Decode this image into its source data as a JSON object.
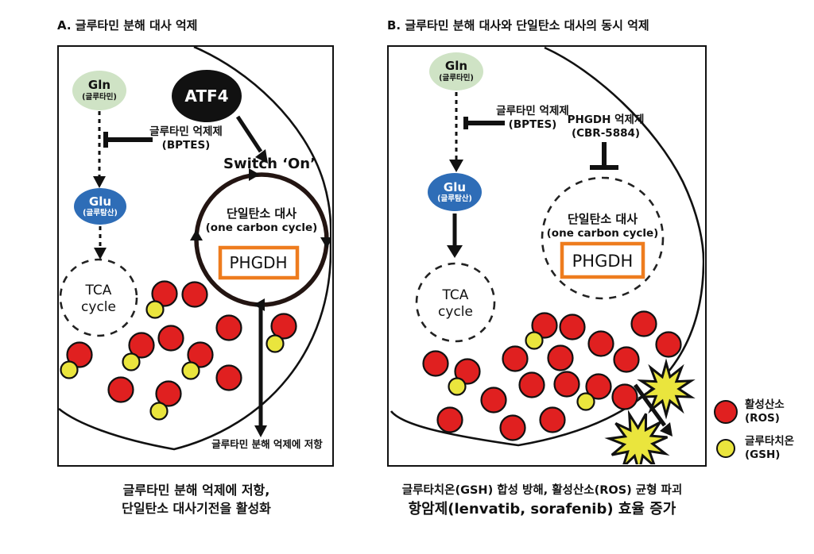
{
  "colors": {
    "ros_red": "#e02020",
    "gsh_yellow": "#eae53d",
    "phgdh_orange": "#ee7c1e",
    "gln_green": "#cfe3c5",
    "glu_blue": "#2e6db7",
    "atf4_black": "#111111"
  },
  "panel_a": {
    "title": "A. 글루타민 분해 대사 억제",
    "gln": "Gln",
    "gln_sub": "(글루타민)",
    "glu": "Glu",
    "glu_sub": "(글루탐산)",
    "atf4": "ATF4",
    "switch_on": "Switch ‘On’",
    "inhibitor1_line1": "글루타민 억제제",
    "inhibitor1_line2": "(BPTES)",
    "tca_line1": "TCA",
    "tca_line2": "cycle",
    "cycle_line1": "단일탄소 대사",
    "cycle_line2": "(one carbon cycle)",
    "phgdh": "PHGDH",
    "resist": "글루타민 분해 억제에 저항",
    "caption_line1": "글루타민 분해 억제에 저항,",
    "caption_line2": "단일탄소 대사기전을 활성화",
    "dots": {
      "red": {
        "r": 15.5,
        "fill": "#e02020",
        "points": [
          [
            133,
            311
          ],
          [
            171,
            312
          ],
          [
            26,
            388
          ],
          [
            104,
            376
          ],
          [
            141,
            367
          ],
          [
            178,
            388
          ],
          [
            214,
            354
          ],
          [
            214,
            417
          ],
          [
            78,
            432
          ],
          [
            138,
            437
          ],
          [
            283,
            352
          ]
        ]
      },
      "yellow": {
        "r": 10.5,
        "fill": "#eae53d",
        "points": [
          [
            121,
            331
          ],
          [
            13,
            407
          ],
          [
            91,
            397
          ],
          [
            166,
            408
          ],
          [
            126,
            459
          ],
          [
            272,
            374
          ]
        ]
      }
    }
  },
  "panel_b": {
    "title": "B. 글루타민 분해 대사와 단일탄소 대사의 동시 억제",
    "gln": "Gln",
    "gln_sub": "(글루타민)",
    "glu": "Glu",
    "glu_sub": "(글루탐산)",
    "inhibitor1_line1": "글루타민 억제제",
    "inhibitor1_line2": "(BPTES)",
    "inhibitor2_line1": "PHGDH 억제제",
    "inhibitor2_line2": "(CBR-5884)",
    "tca_line1": "TCA",
    "tca_line2": "cycle",
    "cycle_line1": "단일탄소 대사",
    "cycle_line2": "(one carbon cycle)",
    "phgdh": "PHGDH",
    "caption_line1": "글루타치온(GSH) 합성 방해, 활성산소(ROS) 균형 파괴",
    "caption_line2": "항암제(lenvatib, sorafenib) 효율 증가",
    "dots": {
      "red": {
        "r": 15.5,
        "fill": "#e02020",
        "points": [
          [
            196,
            351
          ],
          [
            231,
            353
          ],
          [
            321,
            349
          ],
          [
            352,
            375
          ],
          [
            267,
            374
          ],
          [
            299,
            394
          ],
          [
            216,
            392
          ],
          [
            159,
            393
          ],
          [
            59,
            399
          ],
          [
            99,
            409
          ],
          [
            180,
            426
          ],
          [
            224,
            425
          ],
          [
            264,
            428
          ],
          [
            297,
            441
          ],
          [
            132,
            445
          ],
          [
            77,
            470
          ],
          [
            156,
            480
          ],
          [
            206,
            470
          ]
        ]
      },
      "yellow": {
        "r": 10.5,
        "fill": "#eae53d",
        "points": [
          [
            183,
            370
          ],
          [
            86,
            428
          ],
          [
            248,
            447
          ]
        ]
      }
    }
  },
  "legend": {
    "items": [
      {
        "label1": "활성산소",
        "label2": "(ROS)"
      },
      {
        "label1": "글루타치온",
        "label2": "(GSH)"
      }
    ]
  }
}
